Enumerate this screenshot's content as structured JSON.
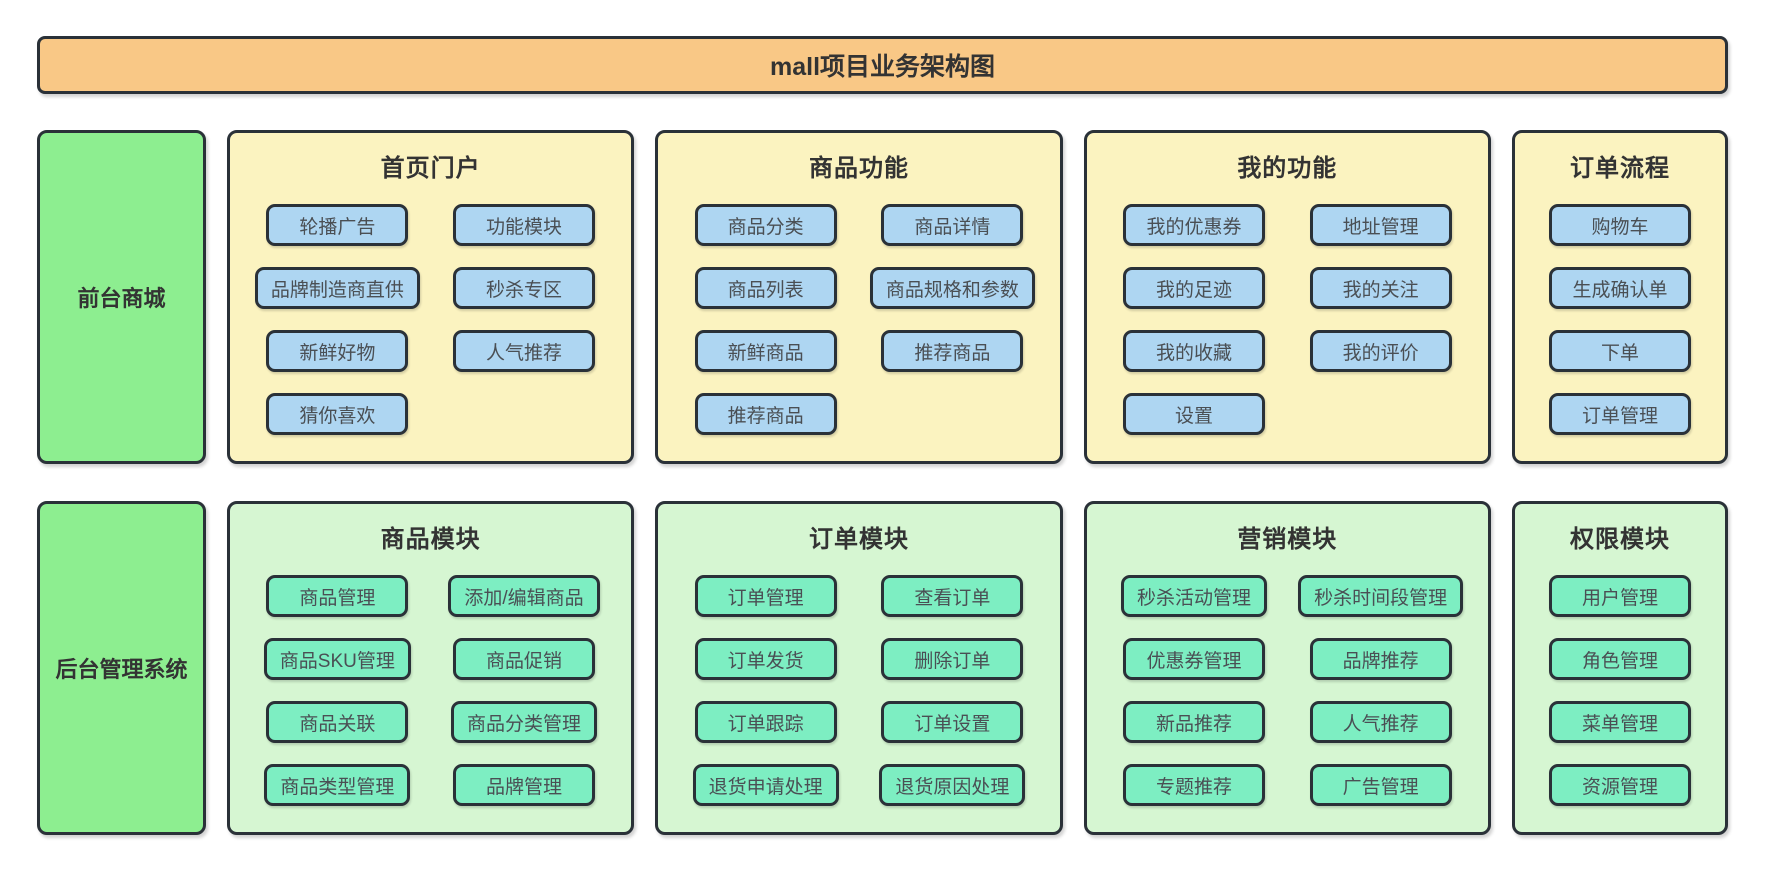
{
  "diagram_title": "mall项目业务架构图",
  "colors": {
    "title_bg": "#f9c886",
    "outline": "#2a3138",
    "tier_label_bg": "#8dee90",
    "title_text": "#333333",
    "node_text": "#4a4f54"
  },
  "tiers": [
    {
      "label": "前台商城",
      "panel_bg": "#fbf3c0",
      "node_bg": "#aed6f2",
      "panels": [
        {
          "title": "首页门户",
          "columns": [
            [
              "轮播广告",
              "品牌制造商直供",
              "新鲜好物",
              "猜你喜欢"
            ],
            [
              "功能模块",
              "秒杀专区",
              "人气推荐"
            ]
          ]
        },
        {
          "title": "商品功能",
          "columns": [
            [
              "商品分类",
              "商品列表",
              "新鲜商品",
              "推荐商品"
            ],
            [
              "商品详情",
              "商品规格和参数",
              "推荐商品"
            ]
          ]
        },
        {
          "title": "我的功能",
          "columns": [
            [
              "我的优惠券",
              "我的足迹",
              "我的收藏",
              "设置"
            ],
            [
              "地址管理",
              "我的关注",
              "我的评价"
            ]
          ]
        },
        {
          "title": "订单流程",
          "narrow": true,
          "columns": [
            [
              "购物车",
              "生成确认单",
              "下单",
              "订单管理"
            ]
          ]
        }
      ]
    },
    {
      "label": "后台管理系统",
      "panel_bg": "#d6f6d2",
      "node_bg": "#7deec2",
      "panels": [
        {
          "title": "商品模块",
          "columns": [
            [
              "商品管理",
              "商品SKU管理",
              "商品关联",
              "商品类型管理"
            ],
            [
              "添加/编辑商品",
              "商品促销",
              "商品分类管理",
              "品牌管理"
            ]
          ]
        },
        {
          "title": "订单模块",
          "columns": [
            [
              "订单管理",
              "订单发货",
              "订单跟踪",
              "退货申请处理"
            ],
            [
              "查看订单",
              "删除订单",
              "订单设置",
              "退货原因处理"
            ]
          ]
        },
        {
          "title": "营销模块",
          "columns": [
            [
              "秒杀活动管理",
              "优惠券管理",
              "新品推荐",
              "专题推荐"
            ],
            [
              "秒杀时间段管理",
              "品牌推荐",
              "人气推荐",
              "广告管理"
            ]
          ]
        },
        {
          "title": "权限模块",
          "narrow": true,
          "columns": [
            [
              "用户管理",
              "角色管理",
              "菜单管理",
              "资源管理"
            ]
          ]
        }
      ]
    }
  ]
}
